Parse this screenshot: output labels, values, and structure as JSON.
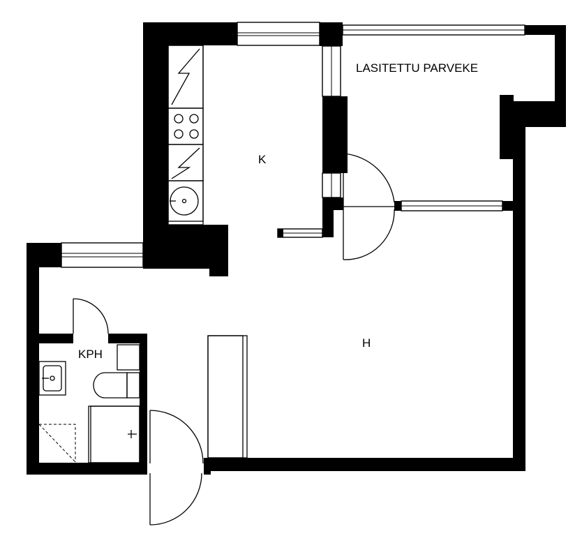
{
  "rooms": {
    "balcony": "LASITETTU PARVEKE",
    "kitchen": "K",
    "living": "H",
    "bathroom": "KPH"
  },
  "colors": {
    "wall": "#000000",
    "background": "#ffffff"
  }
}
